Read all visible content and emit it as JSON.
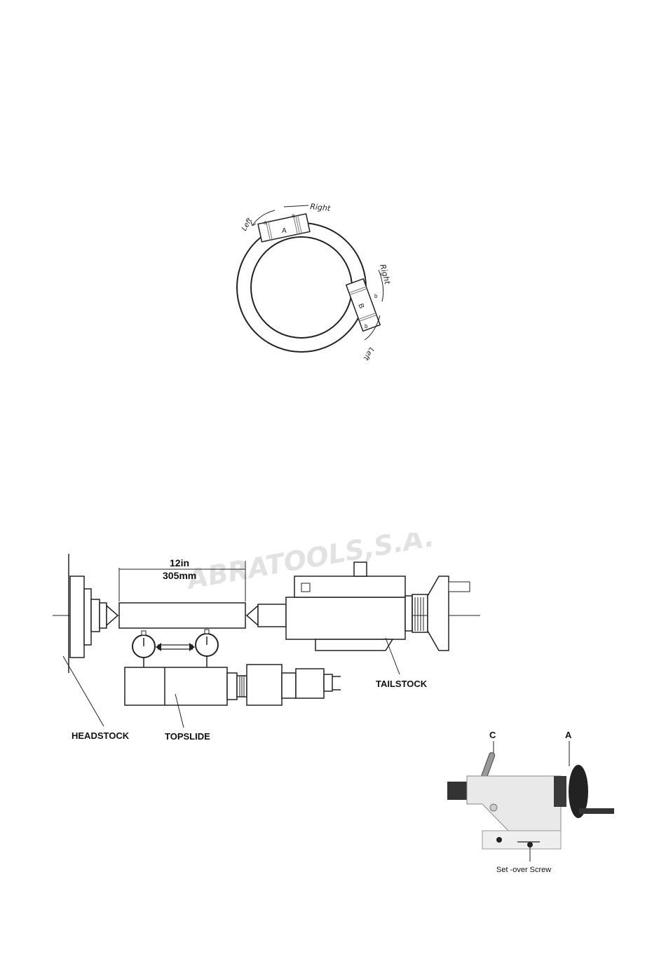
{
  "ring_figure": {
    "labels": {
      "left_top": "Left",
      "right_top": "Right",
      "right_side": "Right",
      "left_side": "Left",
      "shim_a": "A",
      "shim_b": "B",
      "a_small_1": "a",
      "a_small_2": "a",
      "b_small_1": "b",
      "b_small_2": "b"
    }
  },
  "lathe_figure": {
    "watermark": "ABRATOOLS,S.A.",
    "dimension_in": "12in",
    "dimension_mm": "305mm",
    "headstock_label": "HEADSTOCK",
    "topslide_label": "TOPSLIDE",
    "tailstock_label": "TAILSTOCK"
  },
  "tailstock_photo": {
    "label_c": "C",
    "label_a": "A",
    "setover_label": "Set -over Screw"
  }
}
